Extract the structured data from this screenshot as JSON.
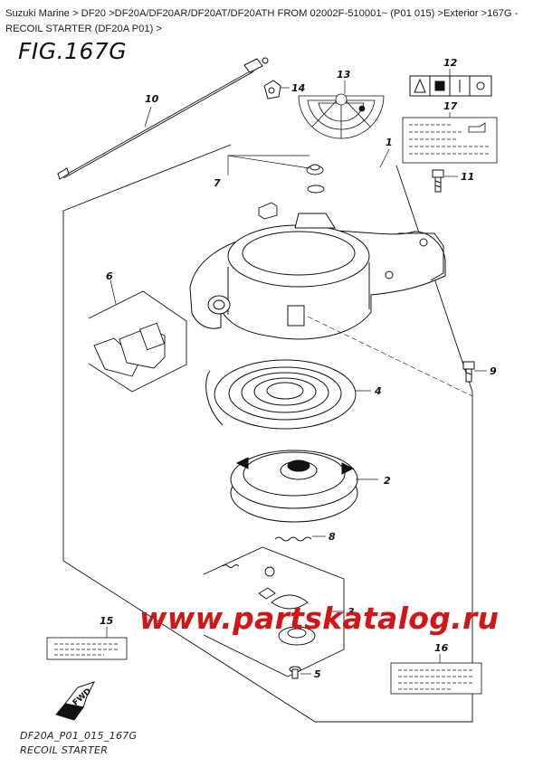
{
  "breadcrumb": {
    "full": "Suzuki Marine > DF20 >DF20A/DF20AR/DF20AT/DF20ATH FROM 02002F-510001~ (P01 015) >Exterior >167G - RECOIL STARTER (DF20A P01) >"
  },
  "figure": {
    "title": "FIG.167G",
    "code": "DF20A_P01_015_167G",
    "name": "RECOIL STARTER"
  },
  "callouts": {
    "c1": "1",
    "c2": "2",
    "c3": "3",
    "c4": "4",
    "c5": "5",
    "c6": "6",
    "c7": "7",
    "c8": "8",
    "c9": "9",
    "c10": "10",
    "c11": "11",
    "c12": "12",
    "c13": "13",
    "c14": "14",
    "c15": "15",
    "c16": "16",
    "c17": "17"
  },
  "fwd_label": "FWD",
  "watermark": "www.partskatalog.ru"
}
